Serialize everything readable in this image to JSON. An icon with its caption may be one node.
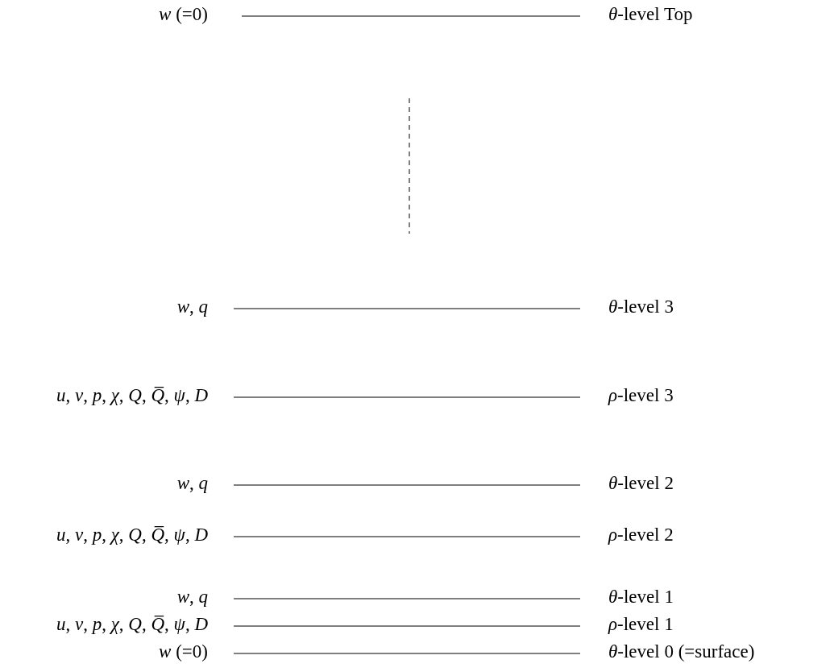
{
  "diagram": {
    "labels": [
      "*w* (=0)",
      "*θ*-level Top",
      "*w*, *q*",
      "*θ*-level 3",
      "*u*, *v*, *p*, *χ*, *Q*, *Q̅*, *ψ*, *D*",
      "*ρ*-level 3",
      "*w*, *q*",
      "*θ*-level 2",
      "*u*, *v*, *p*, *χ*, *Q*, *Q̅*, *ψ*, *D*",
      "*ρ*-level 2",
      "*w*, *q*",
      "*θ*-level 1",
      "*u*, *v*, *p*, *χ*, *Q*, *Q̅*, *ψ*, *D*",
      "*ρ*-level 1",
      "*w* (=0)",
      "*θ*-level 0 (=surface)"
    ]
  }
}
